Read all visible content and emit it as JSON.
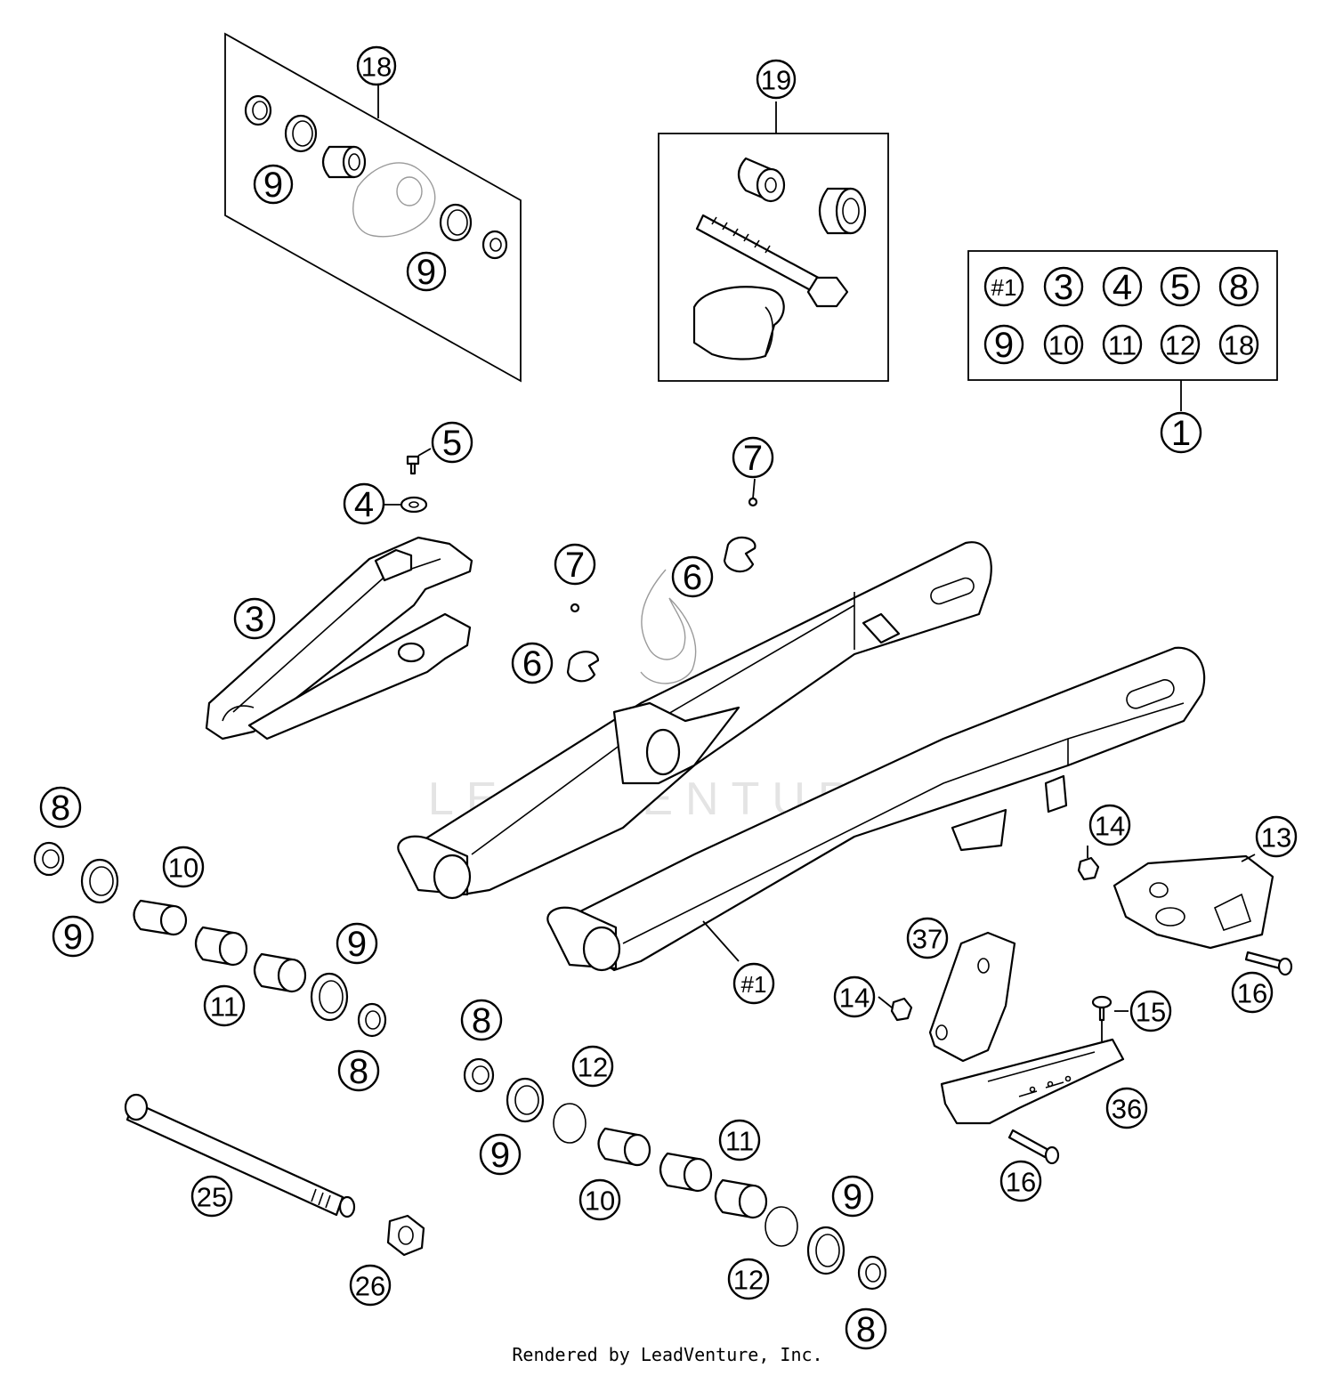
{
  "watermark": {
    "text": "LEADVENTURE"
  },
  "credit": "Rendered by LeadVenture, Inc.",
  "callouts": [
    {
      "id": "c18",
      "label": "18"
    },
    {
      "id": "c9a",
      "label": "9"
    },
    {
      "id": "c9b",
      "label": "9"
    },
    {
      "id": "c19",
      "label": "19"
    },
    {
      "id": "k1",
      "label": "#1"
    },
    {
      "id": "k3",
      "label": "3"
    },
    {
      "id": "k4",
      "label": "4"
    },
    {
      "id": "k5",
      "label": "5"
    },
    {
      "id": "k8",
      "label": "8"
    },
    {
      "id": "k9",
      "label": "9"
    },
    {
      "id": "k10",
      "label": "10"
    },
    {
      "id": "k11",
      "label": "11"
    },
    {
      "id": "k12",
      "label": "12"
    },
    {
      "id": "k18",
      "label": "18"
    },
    {
      "id": "c1",
      "label": "1"
    },
    {
      "id": "c5",
      "label": "5"
    },
    {
      "id": "c4",
      "label": "4"
    },
    {
      "id": "c3",
      "label": "3"
    },
    {
      "id": "c7a",
      "label": "7"
    },
    {
      "id": "c7b",
      "label": "7"
    },
    {
      "id": "c6a",
      "label": "6"
    },
    {
      "id": "c6b",
      "label": "6"
    },
    {
      "id": "c8a",
      "label": "8"
    },
    {
      "id": "c9c",
      "label": "9"
    },
    {
      "id": "c10a",
      "label": "10"
    },
    {
      "id": "c11a",
      "label": "11"
    },
    {
      "id": "c9d",
      "label": "9"
    },
    {
      "id": "c8b",
      "label": "8"
    },
    {
      "id": "c25",
      "label": "25"
    },
    {
      "id": "c26",
      "label": "26"
    },
    {
      "id": "c8c",
      "label": "8"
    },
    {
      "id": "c9e",
      "label": "9"
    },
    {
      "id": "c12a",
      "label": "12"
    },
    {
      "id": "c10b",
      "label": "10"
    },
    {
      "id": "c11b",
      "label": "11"
    },
    {
      "id": "c9f",
      "label": "9"
    },
    {
      "id": "c12b",
      "label": "12"
    },
    {
      "id": "c8d",
      "label": "8"
    },
    {
      "id": "c1h",
      "label": "#1"
    },
    {
      "id": "c37",
      "label": "37"
    },
    {
      "id": "c14a",
      "label": "14"
    },
    {
      "id": "c14b",
      "label": "14"
    },
    {
      "id": "c13",
      "label": "13"
    },
    {
      "id": "c16a",
      "label": "16"
    },
    {
      "id": "c15",
      "label": "15"
    },
    {
      "id": "c36",
      "label": "36"
    },
    {
      "id": "c16b",
      "label": "16"
    }
  ]
}
